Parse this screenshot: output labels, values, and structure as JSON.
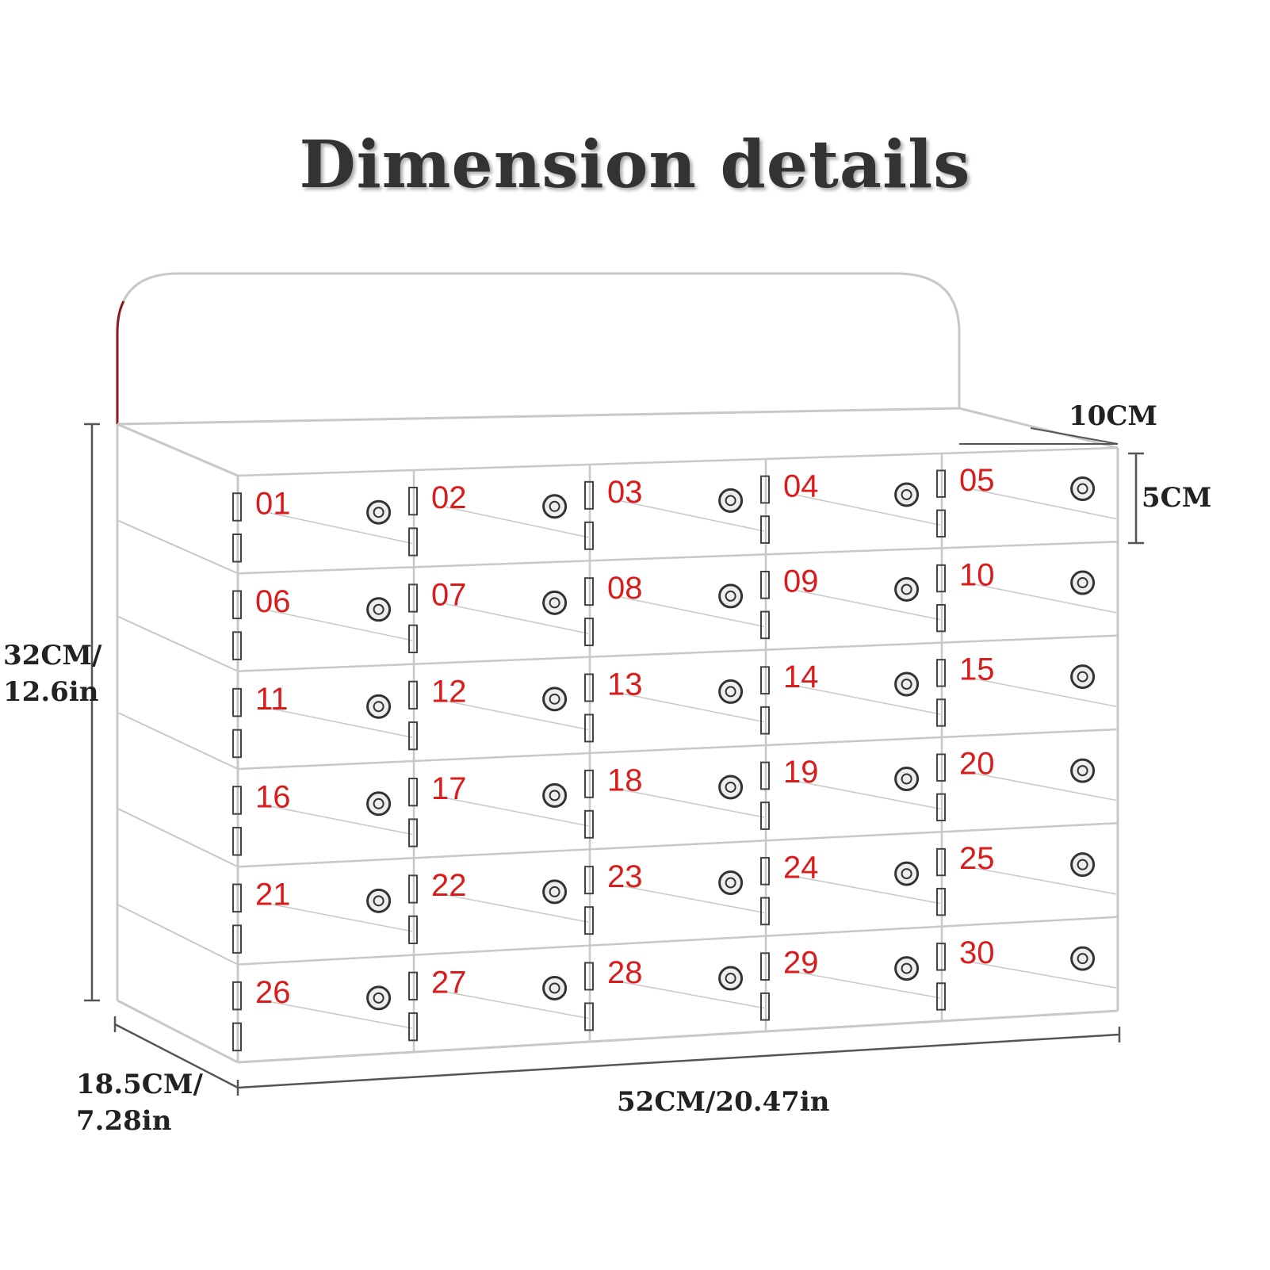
{
  "title": "Dimension details",
  "dimensions": {
    "height_line1": "32CM/",
    "height_line2": "12.6in",
    "depth_line1": "18.5CM/",
    "depth_line2": "7.28in",
    "width": "52CM/20.47in",
    "top_depth": "10CM",
    "compartment_height": "5CM"
  },
  "compartments": [
    "01",
    "02",
    "03",
    "04",
    "05",
    "06",
    "07",
    "08",
    "09",
    "10",
    "11",
    "12",
    "13",
    "14",
    "15",
    "16",
    "17",
    "18",
    "19",
    "20",
    "21",
    "22",
    "23",
    "24",
    "25",
    "26",
    "27",
    "28",
    "29",
    "30"
  ],
  "colors": {
    "number": "#d91c1c",
    "outline": "#c8c8c8",
    "text": "#222222",
    "accent_edge": "#8b1a1a"
  }
}
